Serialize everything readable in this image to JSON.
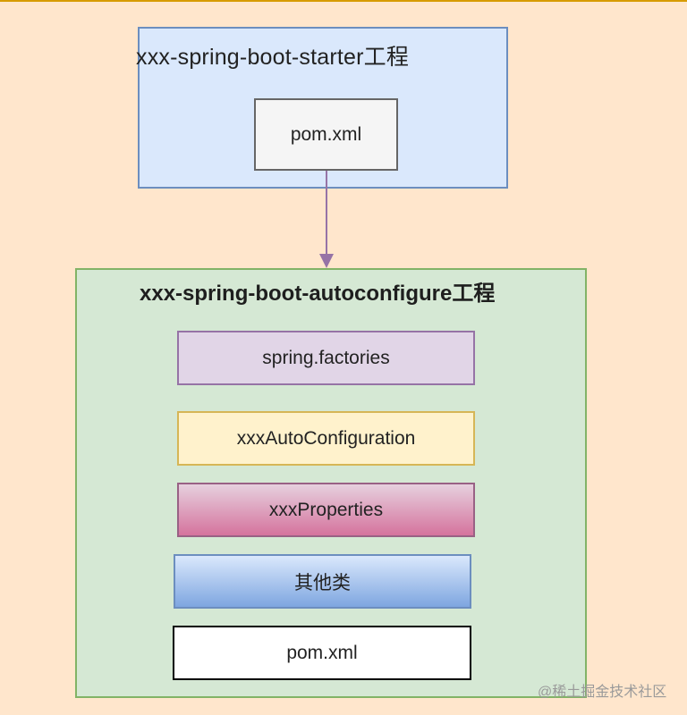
{
  "diagram": {
    "starter_project": {
      "title": "xxx-spring-boot-starter工程",
      "items": [
        {
          "label": "pom.xml"
        }
      ]
    },
    "autoconfigure_project": {
      "title": "xxx-spring-boot-autoconfigure工程",
      "items": [
        {
          "label": "spring.factories",
          "fill": "#e1d5e7",
          "stroke": "#9673a6"
        },
        {
          "label": "xxxAutoConfiguration",
          "fill": "#fff2cc",
          "stroke": "#d6b656"
        },
        {
          "label": "xxxProperties",
          "fill": "#d5739d",
          "stroke": "#996185"
        },
        {
          "label": "其他类",
          "fill": "#7ea6e0",
          "stroke": "#6c8ebf"
        },
        {
          "label": "pom.xml",
          "fill": "#ffffff",
          "stroke": "#000000"
        }
      ]
    },
    "edges": [
      {
        "from": "starter_project.pom.xml",
        "to": "autoconfigure_project",
        "color": "#9673a6"
      }
    ],
    "colors": {
      "background": "#ffe6cc",
      "starter_fill": "#dae8fc",
      "starter_stroke": "#6c8ebf",
      "autoconfigure_fill": "#d5e8d4",
      "autoconfigure_stroke": "#82b366"
    }
  },
  "watermark": "@稀土掘金技术社区"
}
